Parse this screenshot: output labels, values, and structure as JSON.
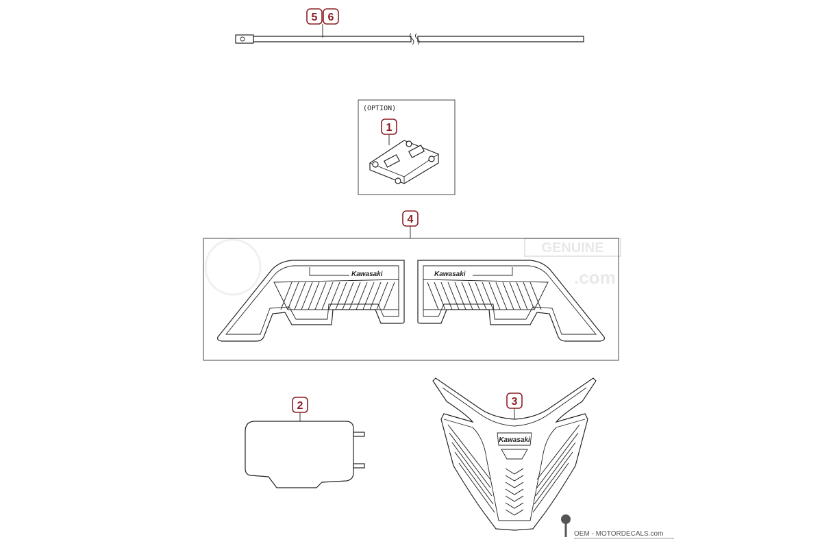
{
  "option_label": "(OPTION)",
  "brand_text": "Kawasaki",
  "watermark": {
    "badge": "GENUINE",
    "url_suffix": ".com"
  },
  "footer": {
    "text": "OEM - MOTORDECALS.com"
  },
  "callouts": [
    {
      "id": "5",
      "label": "5"
    },
    {
      "id": "6",
      "label": "6"
    },
    {
      "id": "1",
      "label": "1"
    },
    {
      "id": "4",
      "label": "4"
    },
    {
      "id": "2",
      "label": "2"
    },
    {
      "id": "3",
      "label": "3"
    }
  ],
  "colors": {
    "callout": "#8b1e24",
    "line": "#222222",
    "watermark": "#e6e6e6"
  }
}
